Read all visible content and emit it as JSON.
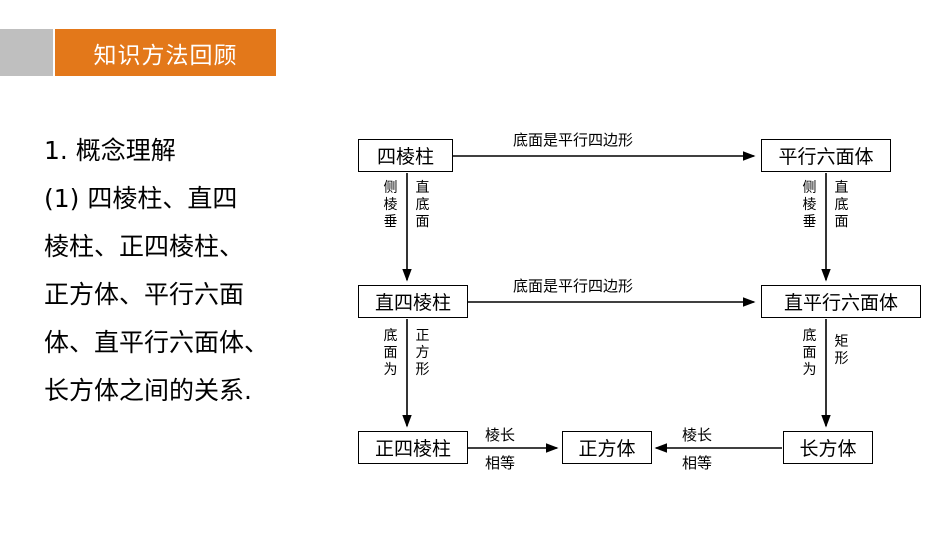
{
  "header": {
    "title": "知识方法回顾",
    "accent_color": "#e3781a",
    "tab_color": "#bfbfbf"
  },
  "body": {
    "heading": "1. 概念理解",
    "lines": [
      "(1) 四棱柱、直四",
      "棱柱、正四棱柱、",
      "正方体、平行六面",
      "体、直平行六面体、",
      "长方体之间的关系."
    ]
  },
  "diagram": {
    "nodes": {
      "n1": "四棱柱",
      "n2": "平行六面体",
      "n3": "直四棱柱",
      "n4": "直平行六面体",
      "n5": "正四棱柱",
      "n6": "正方体",
      "n7": "长方体"
    },
    "edges": {
      "e_top": "底面是平行四边形",
      "e_mid": "底面是平行四边形",
      "e_left_v1_a": "侧棱垂",
      "e_left_v1_b": "直底面",
      "e_right_v1_a": "侧棱垂",
      "e_right_v1_b": "直底面",
      "e_left_v2_a": "底面为",
      "e_left_v2_b": "正方形",
      "e_right_v2_a": "底面为",
      "e_right_v2_b": "矩形",
      "e_bottom_left_1": "棱长",
      "e_bottom_left_2": "相等",
      "e_bottom_right_1": "棱长",
      "e_bottom_right_2": "相等"
    }
  }
}
